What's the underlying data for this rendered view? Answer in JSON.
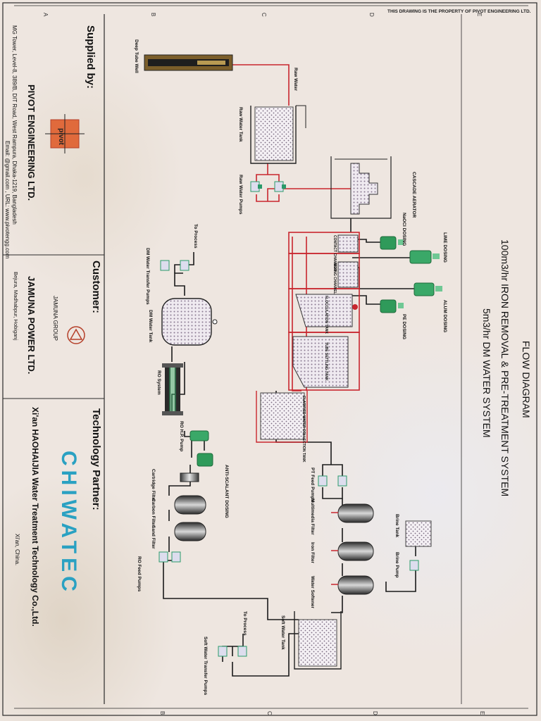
{
  "header": {
    "property_notice": "THIS DRAWING IS THE PROPERTY OF PIVOT ENGINEERING LTD."
  },
  "grid": {
    "letters": [
      "A",
      "B",
      "C",
      "D",
      "E"
    ]
  },
  "titles": {
    "main": "FLOW DIAGRAM",
    "sub1": "100m3/hr IRON REMOVAL & PRE-TREATMENT SYSTEM",
    "sub2": "5m3/hr DM WATER SYSTEM"
  },
  "title_block": {
    "supplied_by_label": "Supplied by:",
    "supplier_name": "PIVOT ENGINEERING LTD.",
    "supplier_logo_text": "pivot",
    "supplier_address": "MG Tower, Level-8, 389/B, DIT Road, West Rampura, Dhaka-1219, Bangladesh",
    "supplier_contact": "Email: @gmail.com , URL: www.pivotengg.com",
    "customer_label": "Customer:",
    "customer_group": "JAMUNA GROUP",
    "customer_name": "JAMUNA POWER LTD.",
    "customer_address": "Bejura, Madhabpur, Hobiganj",
    "technology_partner_label": "Technology Partner:",
    "partner_logo_text": "CHIWATEC",
    "partner_name": "Xi'an HAOHAIJIA Water Treatment Technology Co.,Ltd.",
    "partner_city": "Xi'an, China."
  },
  "labels": {
    "deep_tube_well": "Deep Tube Well",
    "raw_water": "Raw Water",
    "raw_water_tank": "Raw Water Tank",
    "raw_water_pumps": "Raw Water Pumps",
    "cascade_aerator": "CASCADE AERATOR",
    "naocl_dosing": "NaOCl DOSING",
    "lime_dosing": "LIME DOSING",
    "alum_dosing": "ALUM DOSING",
    "pe_dosing": "PE DOSING",
    "contact_chamber": "CONTACT CHAMBER",
    "mixing_channel": "MIXING CHANNEL",
    "flocculation_tank": "FLOCCULATION TANK",
    "tube_settling_tank": "TUBE SETTLING TANK",
    "clarified_water_tank": "CLARIFIED WATER COLLECTION TANK",
    "pt_feed_pumps": "PT Feed Pumps",
    "multimedia_filter": "Multimedia Filter",
    "iron_filter": "Iron Filter",
    "water_softener": "Water Softener",
    "brine_tank": "Brine Tank",
    "brine_pump": "Brine Pump",
    "soft_water_tank": "Soft Water Tank",
    "to_process": "To Process",
    "soft_water_transfer_pumps": "Soft Water Transfer Pumps",
    "ro_feed_pumps": "RO Feed Pumps",
    "sand_filter": "Sand Filter",
    "carbon_filter": "Carbon Filter",
    "cartridge_filter": "Cartridge Filter",
    "anti_scalant_dosing": "ANTI-SCALANT DOSING",
    "ro_hp_pump": "RO H.P. Pump",
    "ro_system": "RO System",
    "dm_water_tank": "DM Water Tank",
    "dm_water_transfer_pumps": "DM Water Transfer Pumps"
  }
}
